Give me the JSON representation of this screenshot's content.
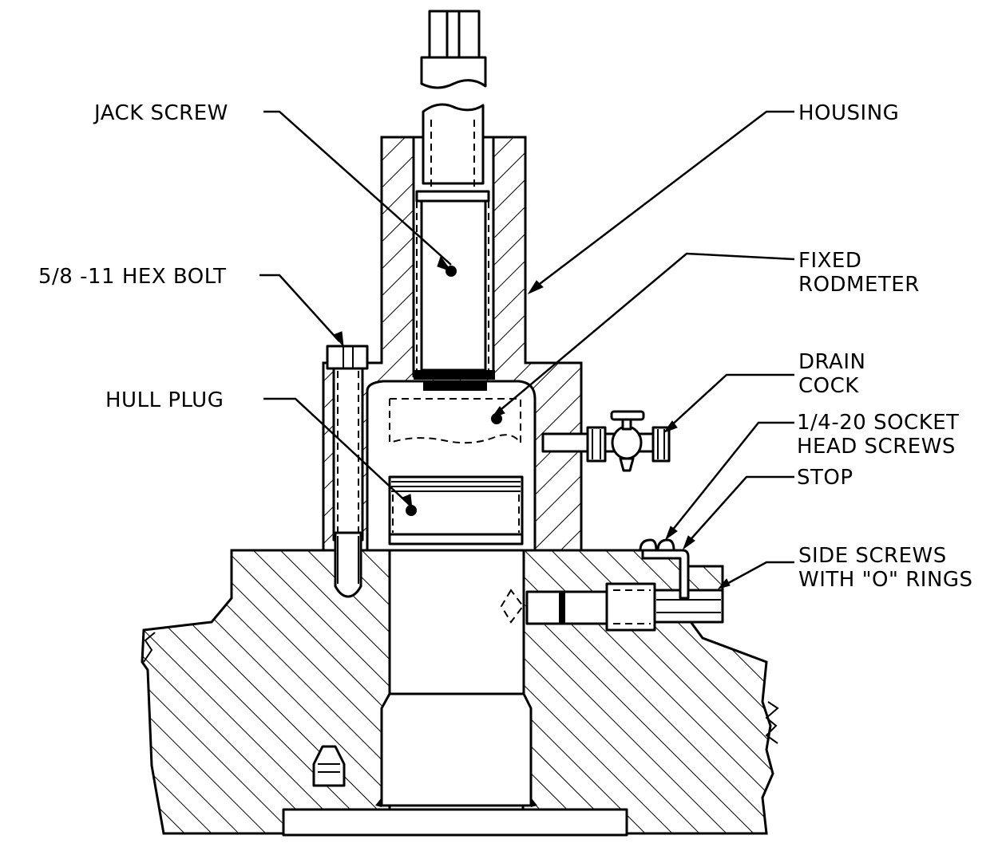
{
  "labels": {
    "jack_screw": "JACK SCREW",
    "housing": "HOUSING",
    "hex_bolt": "5/8 -11 HEX BOLT",
    "fixed_rodmeter": [
      "FIXED",
      "RODMETER"
    ],
    "drain_cock": [
      "DRAIN",
      "COCK"
    ],
    "hull_plug": "HULL PLUG",
    "socket_head_screws": [
      "1/4-20 SOCKET",
      "HEAD SCREWS"
    ],
    "stop": "STOP",
    "side_screws": [
      "SIDE SCREWS",
      "WITH \"O\" RINGS"
    ]
  },
  "colors": {
    "ink": "#000000",
    "paper": "#ffffff"
  }
}
